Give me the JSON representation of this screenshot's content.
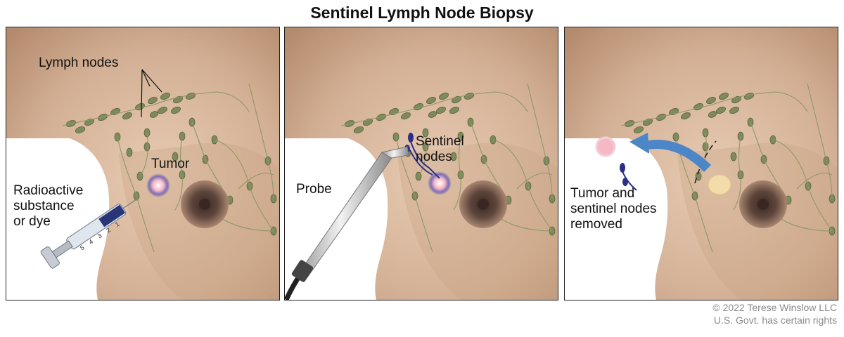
{
  "title": "Sentinel Lymph Node Biopsy",
  "panels": [
    {
      "labels": {
        "lymph_nodes": "Lymph nodes",
        "tumor": "Tumor",
        "injection": "Radioactive\nsubstance\nor dye"
      },
      "syringe_marks": [
        "1",
        "2",
        "3",
        "4",
        "5"
      ]
    },
    {
      "labels": {
        "probe": "Probe",
        "sentinel": "Sentinel\nnodes"
      }
    },
    {
      "labels": {
        "removed": "Tumor and\nsentinel nodes\nremoved"
      }
    }
  ],
  "credit": {
    "line1": "© 2022 Terese Winslow LLC",
    "line2": "U.S. Govt. has certain rights"
  },
  "colors": {
    "skin_light": "#e8ccb4",
    "skin_dark": "#b98d6f",
    "node": "#7e8a5c",
    "areola": "#5e463c",
    "sentinel": "#2b2f86",
    "arrow": "#4d86c6"
  }
}
